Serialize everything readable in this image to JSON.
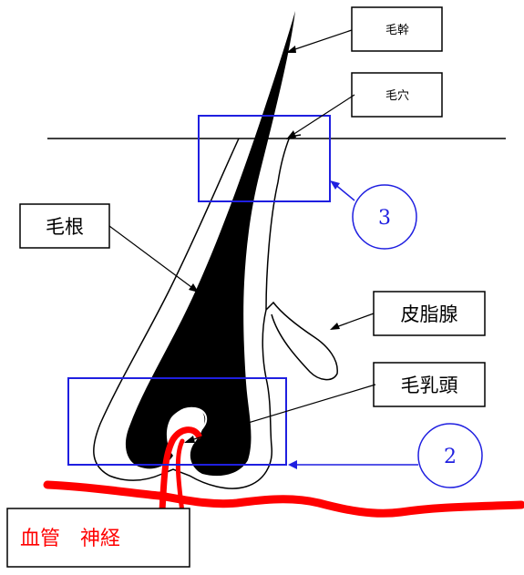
{
  "labels": {
    "hair_shaft": "毛幹",
    "pore": "毛穴",
    "hair_root": "毛根",
    "sebaceous_gland": "皮脂腺",
    "dermal_papilla": "毛乳頭",
    "blood_vessel_nerve": "血管　神経"
  },
  "markers": {
    "region_2": "2",
    "region_3": "3"
  },
  "colors": {
    "highlight_box": "#1f1fe0",
    "vessel": "#ff0000",
    "hair": "#000000"
  }
}
